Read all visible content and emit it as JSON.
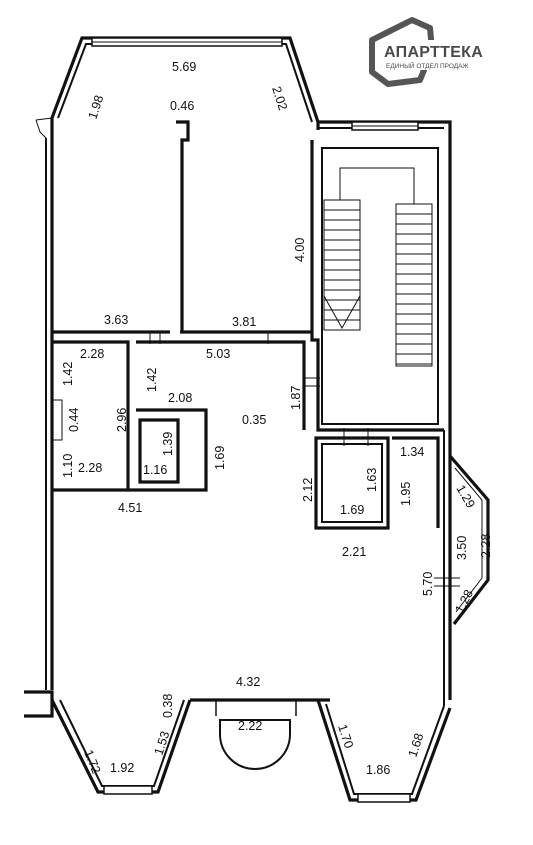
{
  "logo": {
    "name": "АПАРТТЕКА",
    "tagline": "ЕДИНЫЙ ОТДЕЛ ПРОДАЖ",
    "color": "#555555"
  },
  "dimensions": {
    "d569": "5.69",
    "d198": "1.98",
    "d202": "2.02",
    "d046": "0.46",
    "d400": "4.00",
    "d363": "3.63",
    "d381": "3.81",
    "d228a": "2.28",
    "d142a": "1.42",
    "d142b": "1.42",
    "d503": "5.03",
    "d187": "1.87",
    "d296": "2.96",
    "d044": "0.44",
    "d208": "2.08",
    "d035": "0.35",
    "d139": "1.39",
    "d169a": "1.69",
    "d110": "1.10",
    "d228b": "2.28",
    "d116": "1.16",
    "d134": "1.34",
    "d129": "1.29",
    "d212": "2.12",
    "d163": "1.63",
    "d195": "1.95",
    "d169b": "1.69",
    "d451": "4.51",
    "d221": "2.21",
    "d350": "3.50",
    "d228c": "2.28",
    "d570": "5.70",
    "d128": "1.28",
    "d432": "4.32",
    "d038": "0.38",
    "d222": "2.22",
    "d172": "1.72",
    "d153": "1.53",
    "d192": "1.92",
    "d170": "1.70",
    "d168": "1.68",
    "d186": "1.86"
  }
}
